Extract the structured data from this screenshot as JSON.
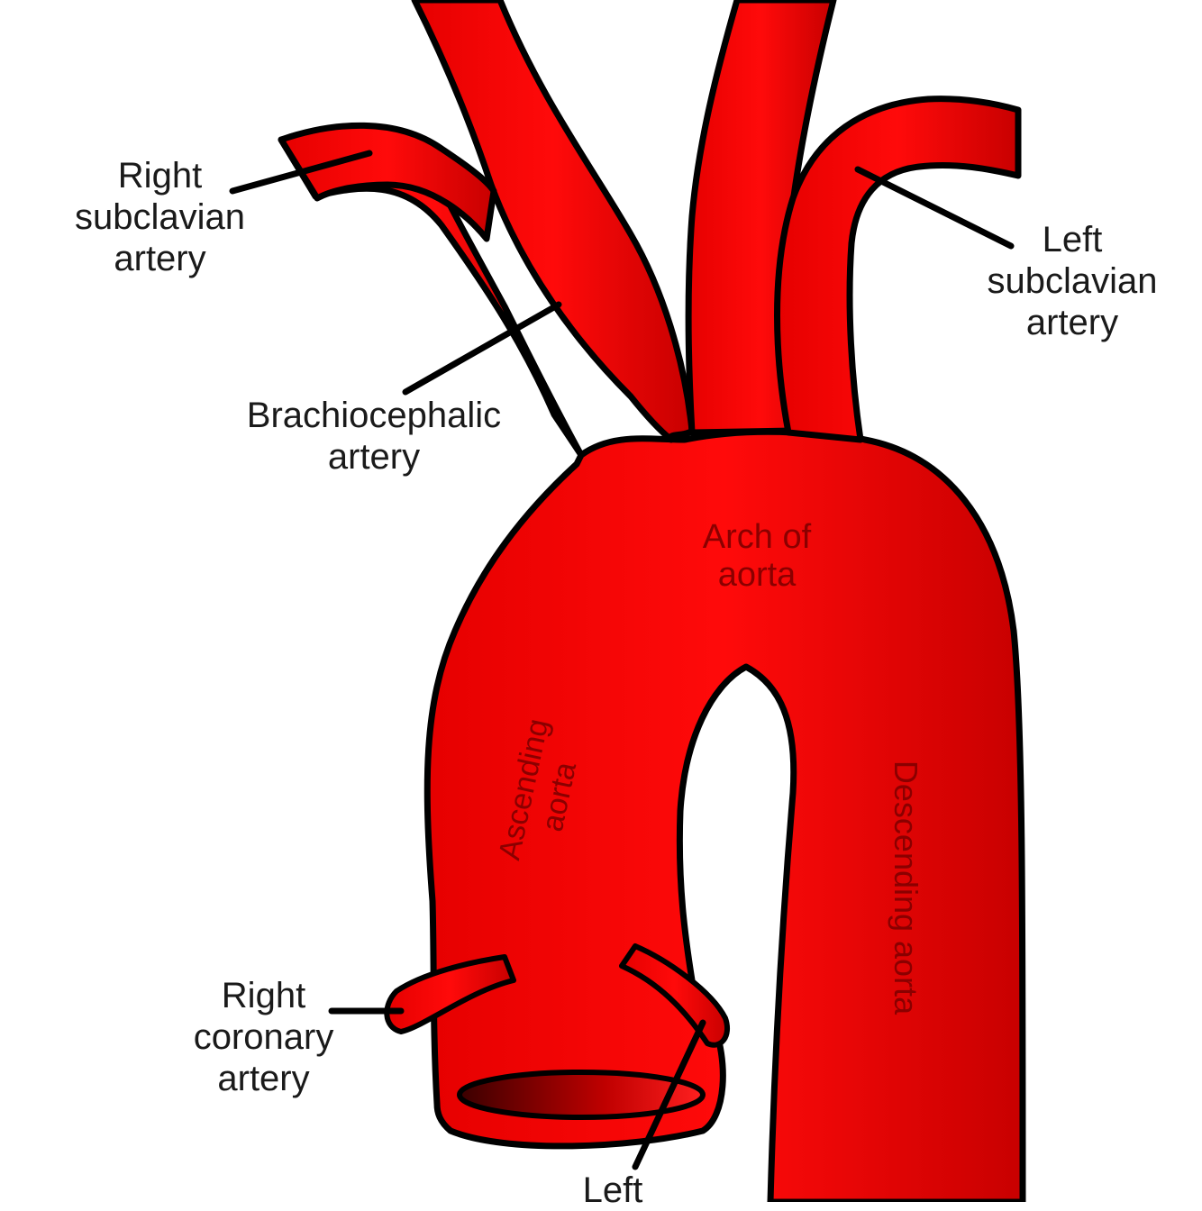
{
  "colors": {
    "vessel_fill": "#ee0000",
    "vessel_dark": "#b00000",
    "outline": "#000000",
    "label_text": "#1a1a1a",
    "inner_text": "#8a0000",
    "background": "#ffffff"
  },
  "labels": {
    "right_subclavian": [
      "Right",
      "subclavian",
      "artery"
    ],
    "left_subclavian": [
      "Left",
      "subclavian",
      "artery"
    ],
    "brachiocephalic": [
      "Brachiocephalic",
      "artery"
    ],
    "right_coronary": [
      "Right",
      "coronary",
      "artery"
    ],
    "left_coronary": [
      "Left"
    ]
  },
  "inner_labels": {
    "arch": [
      "Arch of",
      "aorta"
    ],
    "ascending": [
      "Ascending",
      "aorta"
    ],
    "descending": "Descending aorta"
  }
}
